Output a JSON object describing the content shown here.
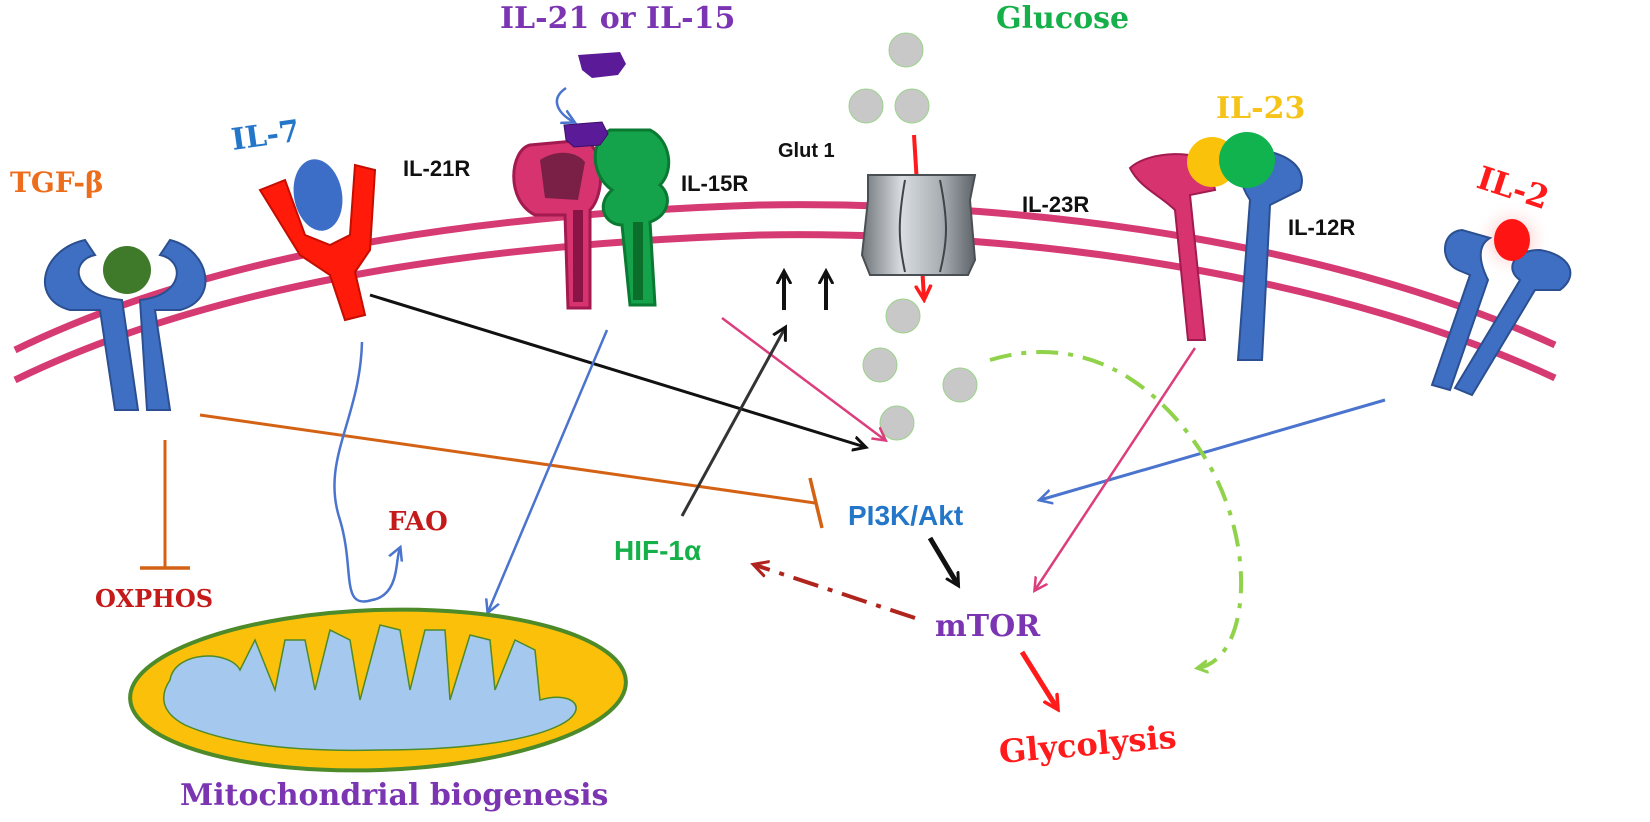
{
  "labels": {
    "tgfb": "TGF-β",
    "il7": "IL-7",
    "il21_il15": "IL-21 or IL-15",
    "il21r": "IL-21R",
    "il15r": "IL-15R",
    "glut1": "Glut 1",
    "glucose": "Glucose",
    "il23": "IL-23",
    "il23r": "IL-23R",
    "il12r": "IL-12R",
    "il2": "IL-2",
    "pi3k_akt": "PI3K/Akt",
    "hif1a": "HIF-1α",
    "mtor": "mTOR",
    "glycolysis": "Glycolysis",
    "fao": "FAO",
    "oxphos": "OXPHOS",
    "mito": "Mitochondrial biogenesis"
  },
  "colors": {
    "membrane": "#d63a73",
    "receptor_blue": "#3f6fc2",
    "il7_receptor": "#ff1a0a",
    "il21r": "#d6336f",
    "il15r": "#14a34a",
    "tgfb_ligand": "#3e7a2a",
    "il7_ligand": "#3c6ec8",
    "il21_ligand": "#5b1b99",
    "glucose_dot": "#c8c8c8",
    "il23_yellow": "#fbc20c",
    "il23_green": "#10b34d",
    "il2_ligand": "#ff1414",
    "inhibit_orange": "#d46214",
    "pink_arrow": "#dc3d7c",
    "blue_arrow": "#4a74cd",
    "black_arrow": "#111111",
    "hif_dash": "#b0241e",
    "lime_dash": "#90d24a",
    "red_arrow": "#ff1b1b",
    "mito_outer": "#fbc00a",
    "mito_inner": "#a5c8ef",
    "mito_edge": "#4c8a2a",
    "text_orange": "#ec6d1c",
    "text_blue": "#2376c8",
    "text_purple": "#7c35b2",
    "text_green": "#16b04a",
    "text_yellow": "#f6c318",
    "text_red": "#ff1b1b",
    "text_darkred": "#c41a1a",
    "text_black": "#111111"
  }
}
